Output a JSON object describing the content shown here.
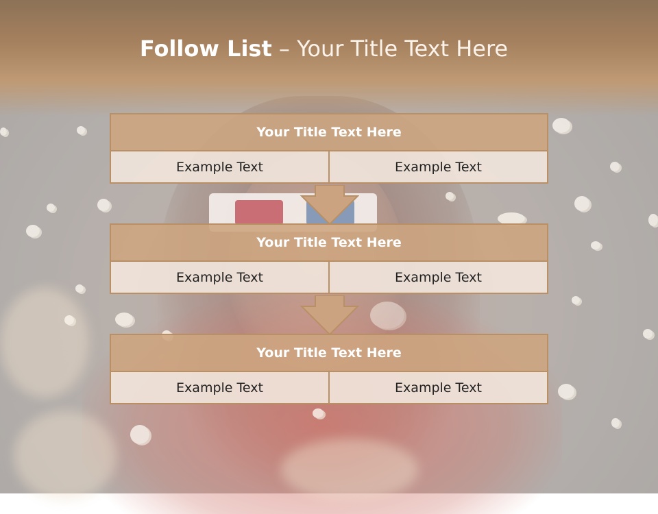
{
  "title": {
    "bold": "Follow List",
    "rest": " – Your Title Text Here"
  },
  "blocks": [
    {
      "header": "Your Title Text Here",
      "left": "Example Text",
      "right": "Example Text"
    },
    {
      "header": "Your Title Text Here",
      "left": "Example Text",
      "right": "Example Text"
    },
    {
      "header": "Your Title Text Here",
      "left": "Example Text",
      "right": "Example Text"
    }
  ],
  "colors": {
    "header_fill": "#cda57f",
    "border": "#b98f66",
    "cell_fill": "#f0e4da",
    "arrow_fill": "#cca380"
  },
  "icons": [
    "down-arrow-icon"
  ]
}
